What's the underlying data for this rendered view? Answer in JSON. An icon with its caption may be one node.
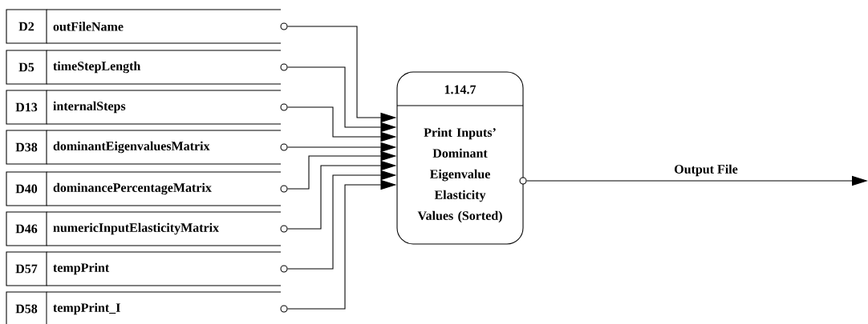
{
  "diagram": {
    "nodes": [
      {
        "text": [
          "D2",
          "outFileName"
        ]
      },
      {
        "text": [
          "D5",
          "timeStepLength"
        ]
      },
      {
        "text": [
          "D13",
          "internalSteps"
        ]
      },
      {
        "text": [
          "D38",
          "dominantEigenvaluesMatrix"
        ]
      },
      {
        "text": [
          "D40",
          "dominancePercentageMatrix"
        ]
      },
      {
        "text": [
          "D46",
          "numericInputElasticityMatrix"
        ]
      },
      {
        "text": [
          "D57",
          "tempPrint"
        ]
      },
      {
        "text": [
          "D58",
          "tempPrint_I"
        ]
      },
      {
        "text": [
          "1.14.7",
          "Print Inputs’ Dominant Eigenvalue Elasticity Values (Sorted)"
        ]
      }
    ],
    "edges": [
      {
        "from": 0,
        "to": 8,
        "arrow": "to"
      },
      {
        "from": 1,
        "to": 8,
        "arrow": "to"
      },
      {
        "from": 2,
        "to": 8,
        "arrow": "to"
      },
      {
        "from": 3,
        "to": 8,
        "arrow": "to"
      },
      {
        "from": 4,
        "to": 8,
        "arrow": "to"
      },
      {
        "from": 5,
        "to": 8,
        "arrow": "to"
      },
      {
        "from": 6,
        "to": 8,
        "arrow": "to"
      },
      {
        "from": 7,
        "to": 8,
        "arrow": "to"
      },
      {
        "from": 8,
        "to": null,
        "arrow": "to",
        "label": "Output File"
      }
    ]
  }
}
